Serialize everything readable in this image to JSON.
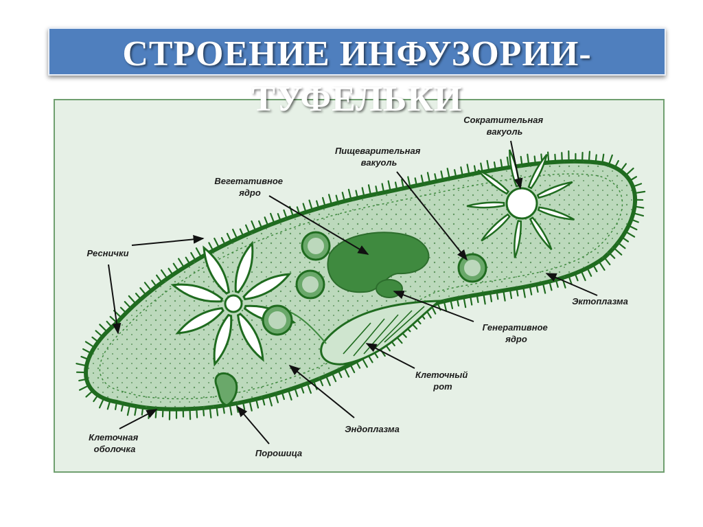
{
  "slide": {
    "title": "СТРОЕНИЕ ИНФУЗОРИИ-ТУФЕЛЬКИ"
  },
  "colors": {
    "title_bar": "#4f7fbe",
    "frame_bg": "#e6f0e6",
    "outline": "#1f6b1f",
    "cytoplasm": "#bcd9bc",
    "nucleus": "#3f8a3f"
  },
  "labels": {
    "contractile_vacuole": [
      "Сократительная",
      "вакуоль"
    ],
    "digestive_vacuole": [
      "Пищеварительная",
      "вакуоль"
    ],
    "macronucleus": [
      "Вегетативное",
      "ядро"
    ],
    "cilia": "Реснички",
    "ectoplasm": "Эктоплазма",
    "micronucleus": [
      "Генеративное",
      "ядро"
    ],
    "cell_mouth": [
      "Клеточный",
      "рот"
    ],
    "endoplasm": "Эндоплазма",
    "cell_membrane": [
      "Клеточная",
      "оболочка"
    ],
    "cytoproct": "Порошица"
  }
}
